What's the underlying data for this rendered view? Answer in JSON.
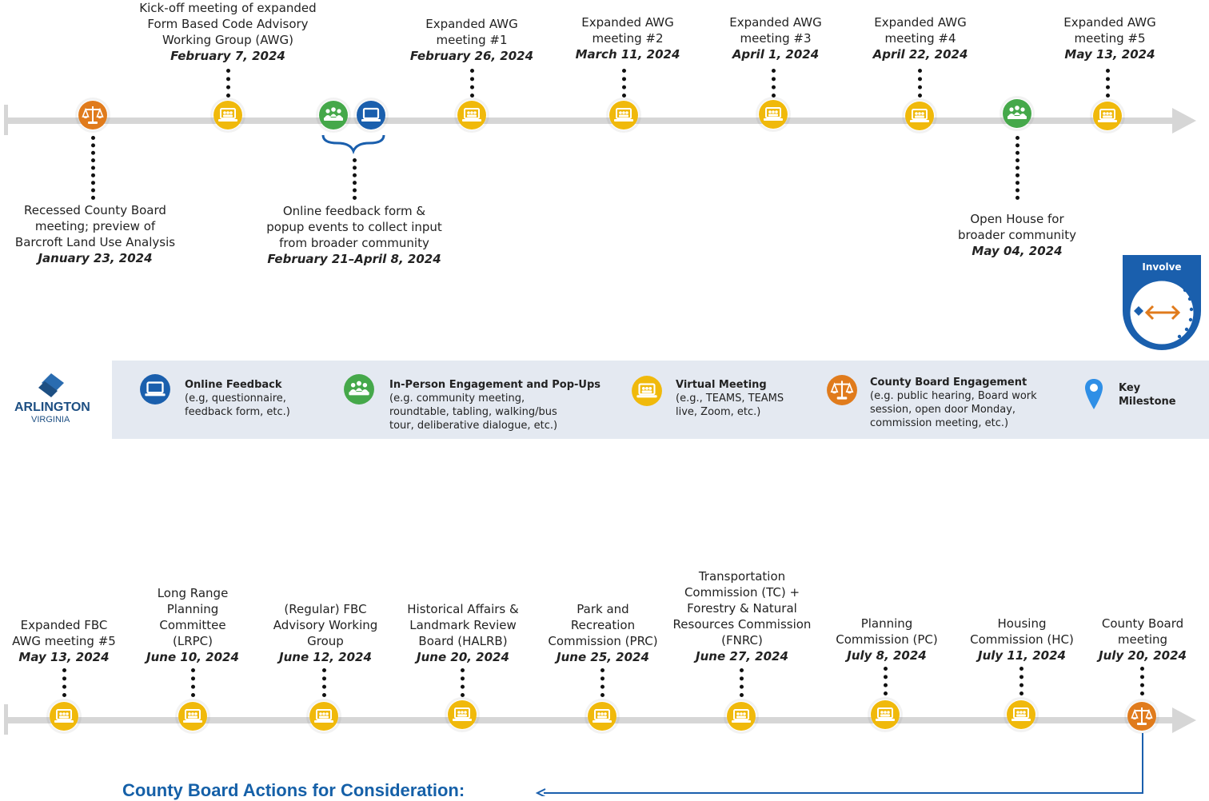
{
  "colors": {
    "virtual": "#f0b90b",
    "board": "#e07b1c",
    "inperson": "#45a84a",
    "online": "#1a5fad",
    "milestone": "#2f8fe6",
    "line": "#d6d6d6",
    "legend_bg": "#e4e9f1",
    "brand": "#1d4f83"
  },
  "timeline_top": {
    "above": [
      {
        "lines": [
          "Kick-off meeting of expanded",
          "Form Based Code Advisory",
          "Working Group (AWG)"
        ],
        "date": "February 7, 2024",
        "icon": "virtual-meeting-icon"
      },
      {
        "lines": [
          "Expanded AWG",
          "meeting #1"
        ],
        "date": "February 26, 2024",
        "icon": "virtual-meeting-icon"
      },
      {
        "lines": [
          "Expanded AWG",
          "meeting #2"
        ],
        "date": "March 11, 2024",
        "icon": "virtual-meeting-icon"
      },
      {
        "lines": [
          "Expanded AWG",
          "meeting #3"
        ],
        "date": "April 1, 2024",
        "icon": "virtual-meeting-icon"
      },
      {
        "lines": [
          "Expanded AWG",
          "meeting #4"
        ],
        "date": "April 22, 2024",
        "icon": "virtual-meeting-icon"
      },
      {
        "lines": [
          "Expanded AWG",
          "meeting #5"
        ],
        "date": "May 13, 2024",
        "icon": "virtual-meeting-icon"
      }
    ],
    "below": [
      {
        "lines": [
          "Recessed County Board",
          "meeting; preview of",
          "Barcroft Land Use Analysis"
        ],
        "date": "January 23, 2024",
        "icon": "county-board-icon"
      },
      {
        "lines": [
          "Online feedback form &",
          "popup events to collect input",
          "from broader community"
        ],
        "date": "February 21–April 8, 2024",
        "icon": "in-person-and-online-icons"
      },
      {
        "lines": [
          "Open House for",
          "broader community"
        ],
        "date": "May 04, 2024",
        "icon": "in-person-icon"
      }
    ]
  },
  "involve": {
    "label": "Involve"
  },
  "logo": {
    "name": "ARLINGTON",
    "sub": "VIRGINIA"
  },
  "legend": [
    {
      "title": "Online Feedback",
      "lines": [
        "(e.g, questionnaire,",
        "feedback form, etc.)"
      ],
      "icon": "online-feedback-icon"
    },
    {
      "title": "In-Person Engagement and Pop-Ups",
      "lines": [
        "(e.g. community meeting,",
        "roundtable, tabling, walking/bus",
        "tour, deliberative dialogue, etc.)"
      ],
      "icon": "in-person-icon"
    },
    {
      "title": "Virtual Meeting",
      "lines": [
        "(e.g., TEAMS, TEAMS",
        "live, Zoom, etc.)"
      ],
      "icon": "virtual-meeting-icon"
    },
    {
      "title": "County Board Engagement",
      "lines": [
        "(e.g. public hearing, Board work",
        "session, open door Monday,",
        "commission meeting, etc.)"
      ],
      "icon": "county-board-icon"
    },
    {
      "title": "Key",
      "lines": [
        "Milestone"
      ],
      "icon": "key-milestone-pin-icon"
    }
  ],
  "timeline_bottom": [
    {
      "lines": [
        "Expanded FBC",
        "AWG meeting #5"
      ],
      "date": "May 13, 2024",
      "icon": "virtual-meeting-icon"
    },
    {
      "lines": [
        "Long Range",
        "Planning",
        "Committee",
        "(LRPC)"
      ],
      "date": "June 10, 2024",
      "icon": "virtual-meeting-icon"
    },
    {
      "lines": [
        "(Regular) FBC",
        "Advisory Working",
        "Group"
      ],
      "date": "June 12, 2024",
      "icon": "virtual-meeting-icon"
    },
    {
      "lines": [
        "Historical Affairs &",
        "Landmark Review",
        "Board (HALRB)"
      ],
      "date": "June 20, 2024",
      "icon": "virtual-meeting-icon"
    },
    {
      "lines": [
        "Park and",
        "Recreation",
        "Commission (PRC)"
      ],
      "date": "June 25, 2024",
      "icon": "virtual-meeting-icon"
    },
    {
      "lines": [
        "Transportation",
        "Commission (TC) +",
        "Forestry & Natural",
        "Resources Commission",
        "(FNRC)"
      ],
      "date": "June 27, 2024",
      "icon": "virtual-meeting-icon"
    },
    {
      "lines": [
        "Planning",
        "Commission (PC)"
      ],
      "date": "July 8, 2024",
      "icon": "virtual-meeting-icon"
    },
    {
      "lines": [
        "Housing",
        "Commission (HC)"
      ],
      "date": "July 11, 2024",
      "icon": "virtual-meeting-icon"
    },
    {
      "lines": [
        "County Board",
        "meeting"
      ],
      "date": "July 20, 2024",
      "icon": "county-board-icon"
    }
  ],
  "footer": {
    "title": "County Board Actions for Consideration:"
  }
}
